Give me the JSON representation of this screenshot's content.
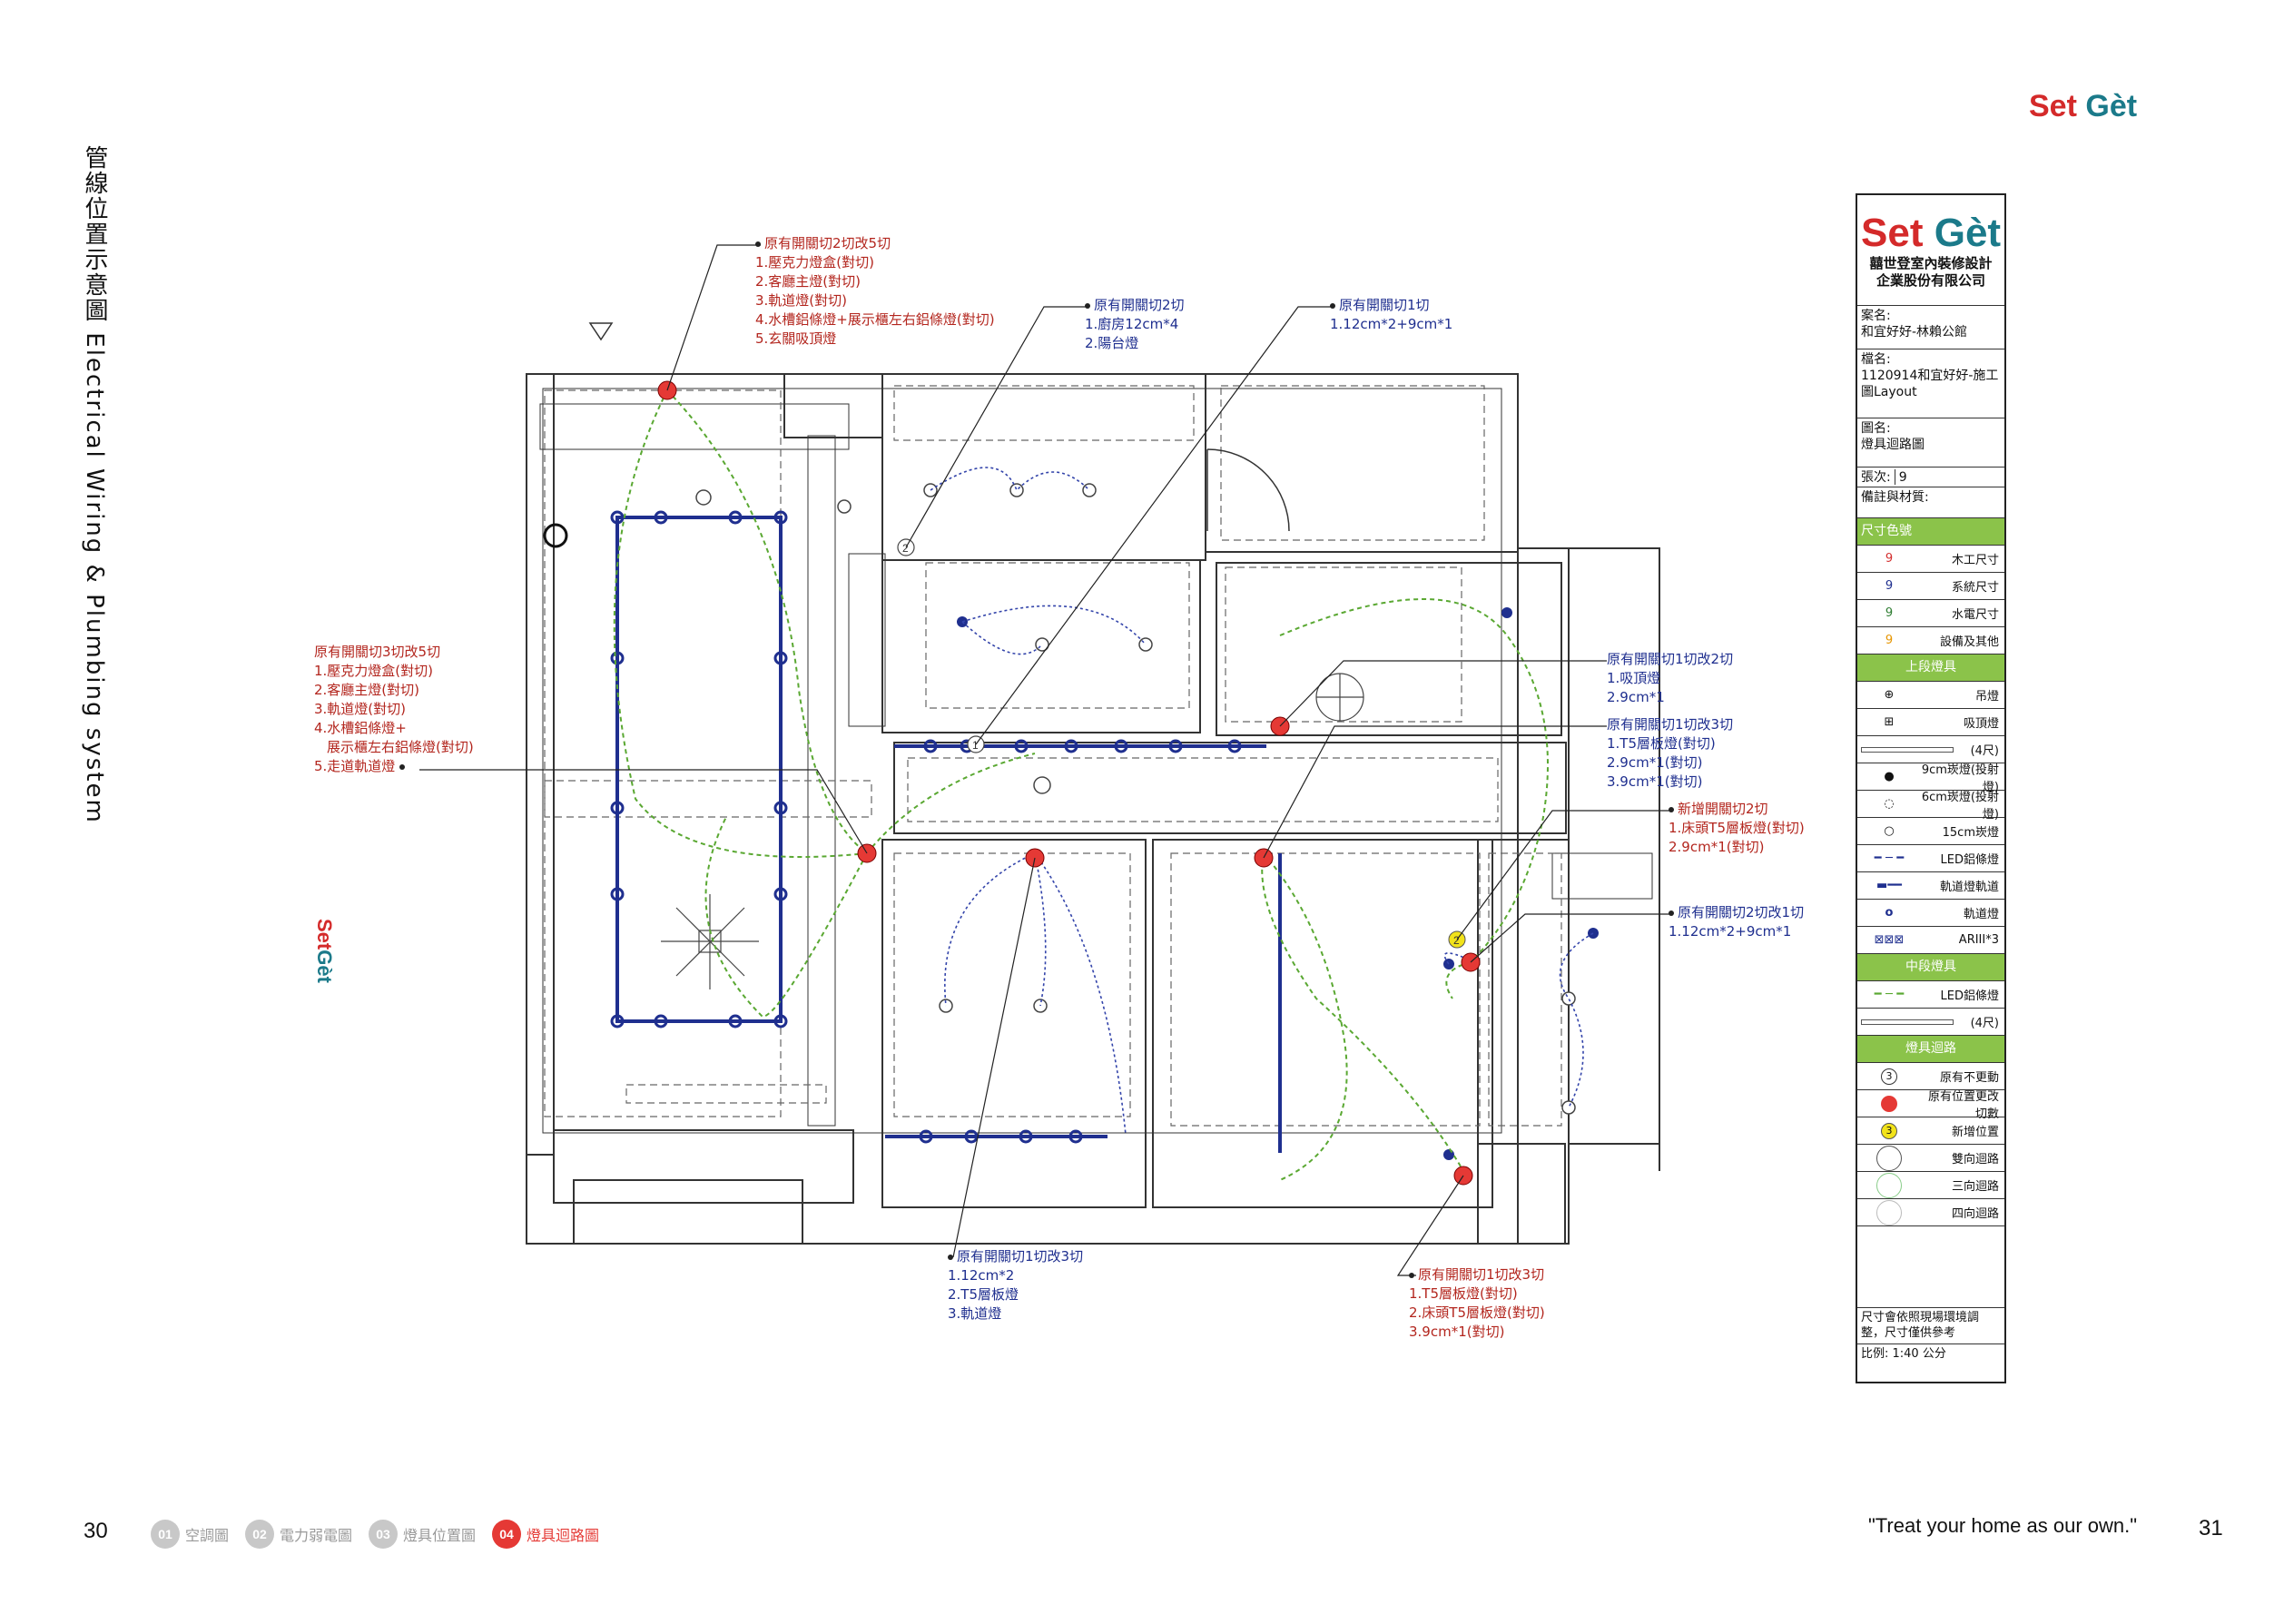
{
  "brand": {
    "set": "Set",
    "get": "Gèt"
  },
  "vertical_title": "管線位置示意圖  Electrical Wiring & Plumbing system",
  "annotations": [
    {
      "id": "a1",
      "color": "red",
      "lines": [
        "原有開關切2切改5切",
        "1.壓克力燈盒(對切)",
        "2.客廳主燈(對切)",
        "3.軌道燈(對切)",
        "4.水槽鋁條燈+展示櫃左右鋁條燈(對切)",
        "5.玄關吸頂燈"
      ]
    },
    {
      "id": "a2",
      "color": "blue",
      "lines": [
        "原有開關切2切",
        "1.廚房12cm*4",
        "2.陽台燈"
      ]
    },
    {
      "id": "a3",
      "color": "blue",
      "lines": [
        "原有開關切1切",
        "1.12cm*2+9cm*1"
      ]
    },
    {
      "id": "a4",
      "color": "red",
      "lines": [
        "原有開關切3切改5切",
        "1.壓克力燈盒(對切)",
        "2.客廳主燈(對切)",
        "3.軌道燈(對切)",
        "4.水槽鋁條燈+",
        "  展示櫃左右鋁條燈(對切)",
        "5.走道軌道燈"
      ]
    },
    {
      "id": "a5",
      "color": "blue",
      "lines": [
        "原有開關切1切改2切",
        "1.吸頂燈",
        "2.9cm*1"
      ]
    },
    {
      "id": "a6",
      "color": "blue",
      "lines": [
        "原有開關切1切改3切",
        "1.T5層板燈(對切)",
        "2.9cm*1(對切)",
        "3.9cm*1(對切)"
      ]
    },
    {
      "id": "a7",
      "color": "red",
      "lines": [
        "新增開關切2切",
        "1.床頭T5層板燈(對切)",
        "2.9cm*1(對切)"
      ]
    },
    {
      "id": "a8",
      "color": "blue",
      "lines": [
        "原有開關切2切改1切",
        "1.12cm*2+9cm*1"
      ]
    },
    {
      "id": "a9",
      "color": "blue",
      "lines": [
        "原有開關切1切改3切",
        "1.12cm*2",
        "2.T5層板燈",
        "3.軌道燈"
      ]
    },
    {
      "id": "a10",
      "color": "red",
      "lines": [
        "原有開關切1切改3切",
        "1.T5層板燈(對切)",
        "2.床頭T5層板燈(對切)",
        "3.9cm*1(對切)"
      ]
    }
  ],
  "title_block": {
    "company": "囍世登室內裝修設計\n企業股份有限公司",
    "case_label": "案名:",
    "case_value": "和宜好好-林賴公館",
    "file_label": "檔名:",
    "file_value": "1120914和宜好好-施工圖Layout",
    "drawing_label": "圖名:",
    "drawing_value": "燈具迴路圖",
    "sheet_label": "張次:",
    "sheet_value": "9",
    "notes_label": "備註與材質:",
    "dim_header": "尺寸色號",
    "dim_rows": [
      {
        "num": "9",
        "label": "木工尺寸",
        "color": "#d32f2f"
      },
      {
        "num": "9",
        "label": "系統尺寸",
        "color": "#1f2f8f"
      },
      {
        "num": "9",
        "label": "水電尺寸",
        "color": "#2e7d32"
      },
      {
        "num": "9",
        "label": "設備及其他",
        "color": "#e69500"
      }
    ],
    "upper_header": "上段燈具",
    "upper_rows": [
      "吊燈",
      "吸頂燈",
      "(4尺)",
      "9cm崁燈(投射燈)",
      "6cm崁燈(投射燈)",
      "15cm崁燈",
      "LED鋁條燈",
      "軌道燈軌道",
      "軌道燈",
      "ARIII*3"
    ],
    "middle_header": "中段燈具",
    "middle_rows": [
      "LED鋁條燈",
      "(4尺)"
    ],
    "circuit_header": "燈具迴路",
    "circuit_rows": [
      {
        "label": "原有不更動",
        "sym": "3"
      },
      {
        "label": "原有位置更改切數",
        "sym": ""
      },
      {
        "label": "新增位置",
        "sym": "3"
      },
      {
        "label": "雙向迴路",
        "sym": ""
      },
      {
        "label": "三向迴路",
        "sym": ""
      },
      {
        "label": "四向迴路",
        "sym": ""
      }
    ],
    "footnote": "尺寸會依照現場環境調整，尺寸僅供參考",
    "scale": "比例: 1:40 公分"
  },
  "footer": {
    "page_left": "30",
    "page_right": "31",
    "tabs": [
      {
        "num": "01",
        "name": "空調圖",
        "active": false
      },
      {
        "num": "02",
        "name": "電力弱電圖",
        "active": false
      },
      {
        "num": "03",
        "name": "燈具位置圖",
        "active": false
      },
      {
        "num": "04",
        "name": "燈具迴路圖",
        "active": true
      }
    ],
    "slogan": "\"Treat your home as our own.\""
  },
  "colors": {
    "red": "#e53935",
    "navy": "#1f2f8f",
    "green": "#5aa832",
    "wall": "#333333"
  }
}
